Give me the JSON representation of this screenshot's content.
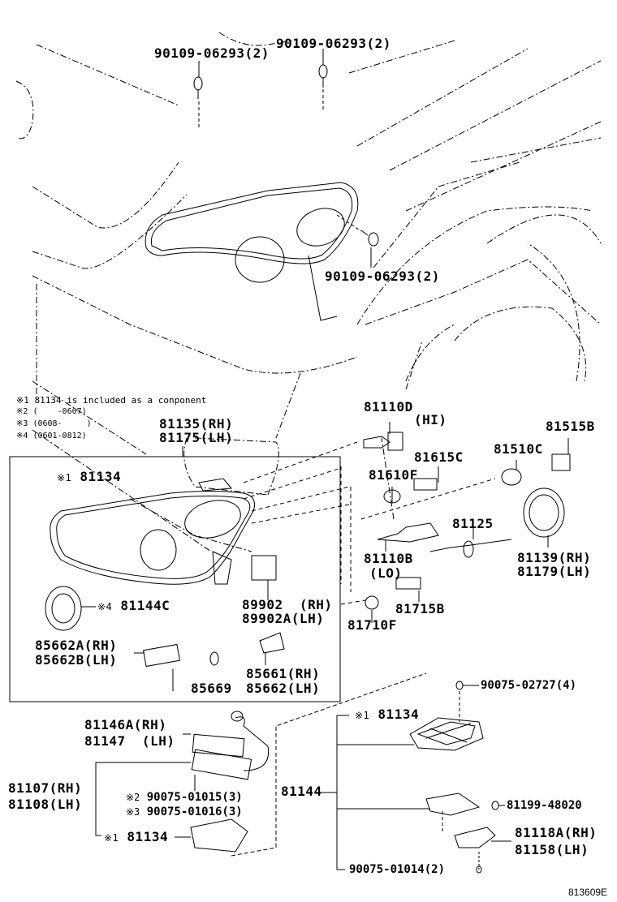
{
  "diagram": {
    "ref_code": "813609E",
    "notes": [
      {
        "mark": "※1",
        "text": "81134 is included as a conponent"
      },
      {
        "mark": "※2",
        "text": "(    -0607)"
      },
      {
        "mark": "※3",
        "text": "(0608-     )"
      },
      {
        "mark": "※4",
        "text": "(0601-0812)"
      }
    ],
    "top_section": {
      "bolts": [
        {
          "part": "90109-06293(2)",
          "position": "upper-left"
        },
        {
          "part": "90109-06293(2)",
          "position": "upper-right"
        },
        {
          "part": "90109-06293(2)",
          "position": "lower"
        }
      ]
    },
    "assembly_box": {
      "title_rh": "81135(RH)",
      "title_lh": "81175(LH)",
      "items": [
        {
          "mark": "※1",
          "part": "81134"
        },
        {
          "mark": "※4",
          "part": "81144C"
        },
        {
          "part": "89902  (RH)",
          "part2": "89902A(LH)"
        },
        {
          "part": "85662A(RH)",
          "part2": "85662B(LH)"
        },
        {
          "part": "85669"
        },
        {
          "part": "85661(RH)",
          "part2": "85662(LH)"
        }
      ]
    },
    "bulbs": [
      {
        "part": "81110D",
        "sub": "(HI)"
      },
      {
        "part": "81515B"
      },
      {
        "part": "81615C"
      },
      {
        "part": "81510C"
      },
      {
        "part": "81610F"
      },
      {
        "part": "81125"
      },
      {
        "part": "81110B",
        "sub": "(LO)"
      },
      {
        "part": "81139(RH)",
        "part2": "81179(LH)"
      },
      {
        "part": "81715B"
      },
      {
        "part": "81710F"
      }
    ],
    "ballast_section": {
      "igniter": {
        "part": "81146A(RH)",
        "part2": "81147  (LH)"
      },
      "computer": {
        "part": "81107(RH)",
        "part2": "81108(LH)"
      },
      "screws": [
        {
          "mark": "※2",
          "part": "90075-01015(3)"
        },
        {
          "mark": "※3",
          "part": "90075-01016(3)"
        }
      ],
      "gasket": {
        "mark": "※1",
        "part": "81134"
      }
    },
    "bracket_section": {
      "group": "81144",
      "screw_top": "90075-02727(4)",
      "cover": {
        "mark": "※1",
        "part": "81134"
      },
      "bolt": "81199-48020",
      "bracket": {
        "part": "81118A(RH)",
        "part2": "81158(LH)"
      },
      "screw_bottom": "90075-01014(2)"
    }
  }
}
